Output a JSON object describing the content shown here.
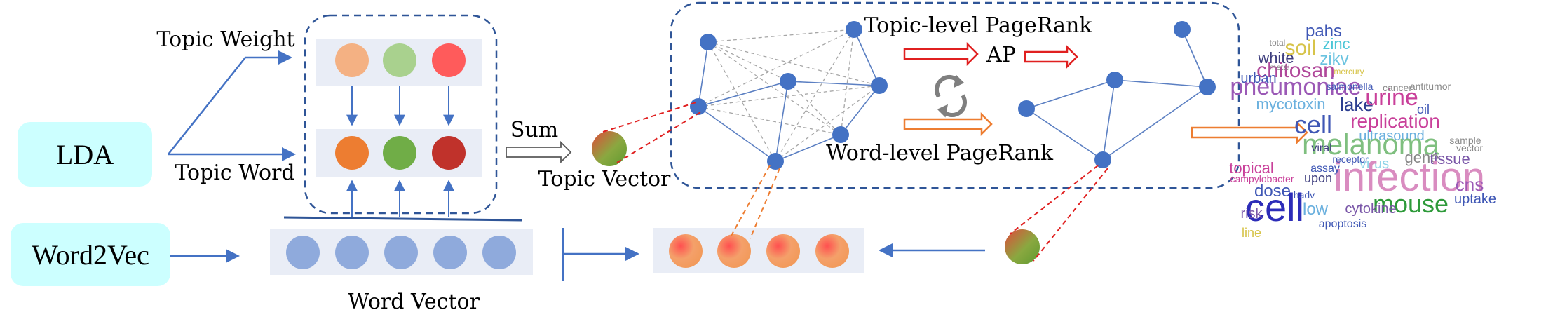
{
  "labels": {
    "lda": "LDA",
    "word2vec": "Word2Vec",
    "topic_weight": "Topic Weight",
    "topic_word": "Topic Word",
    "sum": "Sum",
    "topic_vector": "Topic Vector",
    "word_vector": "Word Vector",
    "topic_pagerank": "Topic-level PageRank",
    "ap": "AP",
    "word_pagerank": "Word-level PageRank"
  },
  "colors": {
    "input_box": "#ccffff",
    "panel_bg": "#e9edf6",
    "dashed_border": "#2f5597",
    "node_blue": "#4472c4",
    "edge_blue": "#5b7fc2",
    "edge_gray": "#a6a6a6",
    "arrow_red": "#e02020",
    "arrow_orange": "#ed7d31",
    "weight_1": "#f4b183",
    "weight_2": "#a9d18e",
    "weight_3": "#ff5b5b",
    "topic_1": "#ed7d31",
    "topic_2": "#70ad47",
    "topic_3": "#c0322b",
    "word_vec": "#8faadc",
    "refresh_icon": "#7f7f7f"
  },
  "word_cloud": [
    {
      "text": "pahs",
      "color": "#3f57b5"
    },
    {
      "text": "soil",
      "color": "#d7c44a"
    },
    {
      "text": "zinc",
      "color": "#4cc6d6"
    },
    {
      "text": "white",
      "color": "#3f3f7f"
    },
    {
      "text": "zikv",
      "color": "#6ac3e0"
    },
    {
      "text": "chitosan",
      "color": "#b0479a"
    },
    {
      "text": "urban",
      "color": "#3f57b5"
    },
    {
      "text": "pneumoniae",
      "color": "#9b59b6"
    },
    {
      "text": "mycotoxin",
      "color": "#6ab0de"
    },
    {
      "text": "lake",
      "color": "#2c3e90"
    },
    {
      "text": "urine",
      "color": "#c9409a"
    },
    {
      "text": "replication",
      "color": "#c9409a"
    },
    {
      "text": "oil",
      "color": "#3f57b5"
    },
    {
      "text": "cell",
      "color": "#3f57b5"
    },
    {
      "text": "ultrasound",
      "color": "#6ab0de"
    },
    {
      "text": "melanoma",
      "color": "#7fbf7f"
    },
    {
      "text": "virus",
      "color": "#8fd3e8"
    },
    {
      "text": "gene",
      "color": "#888888"
    },
    {
      "text": "tissue",
      "color": "#7a57a8"
    },
    {
      "text": "topical",
      "color": "#c9409a"
    },
    {
      "text": "infection",
      "color": "#d98cc0"
    },
    {
      "text": "cns",
      "color": "#9b59b6"
    },
    {
      "text": "dose",
      "color": "#3f57b5"
    },
    {
      "text": "upon",
      "color": "#3f3f7f"
    },
    {
      "text": "mouse",
      "color": "#2e9a3a"
    },
    {
      "text": "uptake",
      "color": "#3f57b5"
    },
    {
      "text": "cytokine",
      "color": "#7a57a8"
    },
    {
      "text": "low",
      "color": "#6ab0de"
    },
    {
      "text": "cell",
      "color": "#2c2cb8"
    },
    {
      "text": "risk",
      "color": "#7a57a8"
    },
    {
      "text": "line",
      "color": "#d7c44a"
    },
    {
      "text": "apoptosis",
      "color": "#3f57b5"
    },
    {
      "text": "antitumor",
      "color": "#888888"
    },
    {
      "text": "salmonella",
      "color": "#3f57b5"
    },
    {
      "text": "cancer",
      "color": "#888888"
    },
    {
      "text": "assay",
      "color": "#3f57b5"
    },
    {
      "text": "viral",
      "color": "#3f3f7f"
    },
    {
      "text": "receptor",
      "color": "#3f57b5"
    },
    {
      "text": "sample",
      "color": "#888888"
    },
    {
      "text": "vector",
      "color": "#888888"
    },
    {
      "text": "total",
      "color": "#888888"
    },
    {
      "text": "metal",
      "color": "#888888"
    },
    {
      "text": "mercury",
      "color": "#d7c44a"
    },
    {
      "text": "hadv",
      "color": "#3f57b5"
    },
    {
      "text": "campylobacter",
      "color": "#c9409a"
    }
  ]
}
